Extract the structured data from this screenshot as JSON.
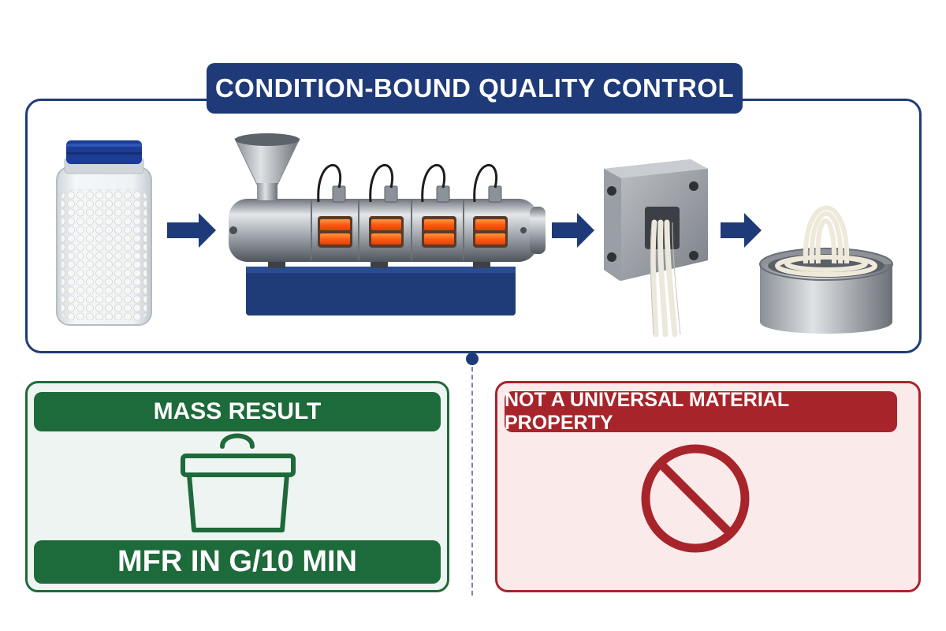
{
  "title": "CONDITION-BOUND QUALITY CONTROL",
  "process": {
    "steps": [
      "pellet-jar",
      "extruder",
      "die-block",
      "extrudate-cup"
    ],
    "arrow_color": "#1e3a78"
  },
  "left_panel": {
    "header": "MASS RESULT",
    "footer": "MFR IN G/10 MIN",
    "icon": "weighing-cup-icon",
    "accent": "#1d6a3a"
  },
  "right_panel": {
    "header": "NOT A UNIVERSAL MATERIAL PROPERTY",
    "icon": "prohibited-icon",
    "accent": "#a8242b"
  },
  "colors": {
    "navy": "#1e3a78",
    "green": "#1d6a3a",
    "red": "#a8242b",
    "heater_glow": "#ff6a1a"
  }
}
